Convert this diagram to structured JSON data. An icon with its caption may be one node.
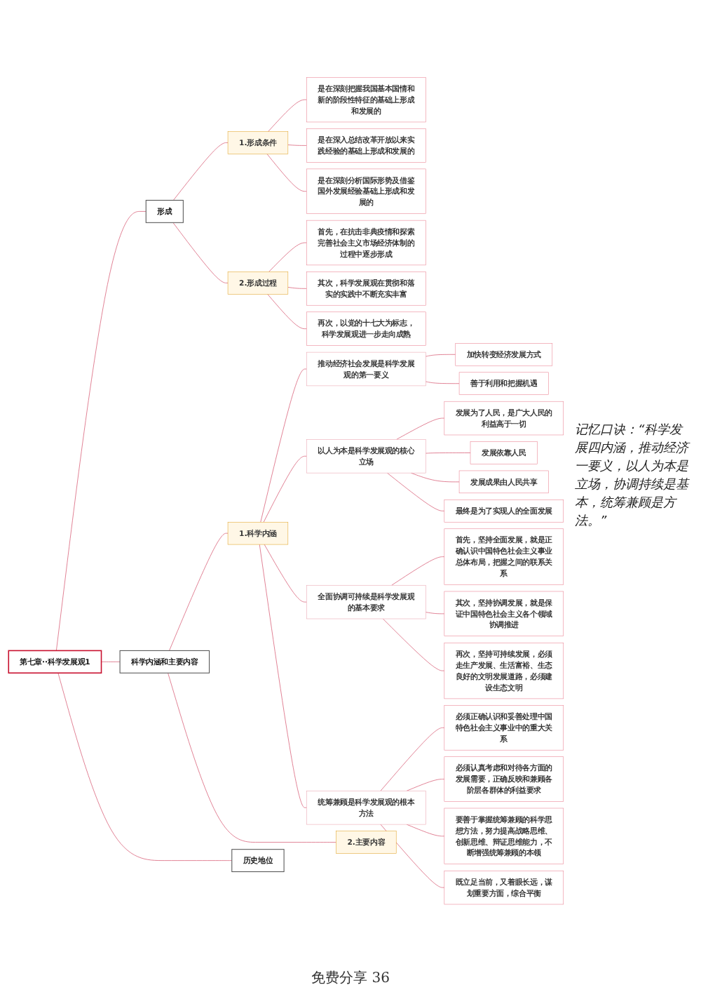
{
  "diagram": {
    "nodes": [
      {
        "text": [
          "第七章··科学发展观1"
        ]
      },
      {
        "text": [
          "形成"
        ]
      },
      {
        "text": [
          "1.形成条件"
        ]
      },
      {
        "text": [
          "是在深刻把握我国基本国情和新的阶段性特征的基础上形成和发展的"
        ]
      },
      {
        "text": [
          "是在深入总结改革开放以来实践经验的基础上形成和发展的"
        ]
      },
      {
        "text": [
          "是在深刻分析国际形势及借鉴国外发展经验基础上形成和发展的"
        ]
      },
      {
        "text": [
          "2.形成过程"
        ]
      },
      {
        "text": [
          "首先，在抗击非典疫情和探索完善社会主义市场经济体制的过程中逐步形成"
        ]
      },
      {
        "text": [
          "其次，科学发展观在贯彻和落实的实践中不断充实丰富"
        ]
      },
      {
        "text": [
          "再次，以党的十七大为标志，科学发展观进一步走向成熟"
        ]
      },
      {
        "text": [
          "科学内涵和主要内容"
        ]
      },
      {
        "text": [
          "1.科学内涵"
        ]
      },
      {
        "text": [
          "推动经济社会发展是科学发展观的第一要义"
        ]
      },
      {
        "text": [
          "加快转变经济发展方式"
        ]
      },
      {
        "text": [
          "善于利用和把握机遇"
        ]
      },
      {
        "text": [
          "以人为本是科学发展观的核心立场"
        ]
      },
      {
        "text": [
          "发展为了人民，是广大人民的利益高于一切"
        ]
      },
      {
        "text": [
          "发展依靠人民"
        ]
      },
      {
        "text": [
          "发展成果由人民共享"
        ]
      },
      {
        "text": [
          "最终是为了实现人的全面发展"
        ]
      },
      {
        "text": [
          "全面协调可持续是科学发展观的基本要求"
        ]
      },
      {
        "text": [
          "首先，坚持全面发展，就是正确认识中国特色社会主义事业总体布局，把握之间的联系关系"
        ]
      },
      {
        "text": [
          "其次，坚持协调发展，就是保证中国特色社会主义各个领域协调推进"
        ]
      },
      {
        "text": [
          "再次，坚持可持续发展，必须走生产发展、生活富裕、生态良好的文明发展道路，必须建设生态文明"
        ]
      },
      {
        "text": [
          "统筹兼顾是科学发展观的根本方法"
        ]
      },
      {
        "text": [
          "必须正确认识和妥善处理中国特色社会主义事业中的重大关系"
        ]
      },
      {
        "text": [
          "必须认真考虑和对待各方面的发展需要，正确反映和兼顾各阶层各群体的利益要求"
        ]
      },
      {
        "text": [
          "要善于掌握统筹兼顾的科学思想方法，努力提高战略思维、创新思维、辩证思维能力，不断增强统筹兼顾的本领"
        ]
      },
      {
        "text": [
          "既立足当前，又着眼长远，谋划重要方面，综合平衡"
        ]
      },
      {
        "text": [
          "2.主要内容"
        ]
      },
      {
        "text": [
          "历史地位"
        ]
      }
    ],
    "edges": [
      {
        "from": 0,
        "to": 1,
        "arrow": "none"
      },
      {
        "from": 1,
        "to": 2,
        "arrow": "none"
      },
      {
        "from": 2,
        "to": 3,
        "arrow": "none"
      },
      {
        "from": 2,
        "to": 4,
        "arrow": "none"
      },
      {
        "from": 2,
        "to": 5,
        "arrow": "none"
      },
      {
        "from": 1,
        "to": 6,
        "arrow": "none"
      },
      {
        "from": 6,
        "to": 7,
        "arrow": "none"
      },
      {
        "from": 6,
        "to": 8,
        "arrow": "none"
      },
      {
        "from": 6,
        "to": 9,
        "arrow": "none"
      },
      {
        "from": 0,
        "to": 10,
        "arrow": "none"
      },
      {
        "from": 10,
        "to": 11,
        "arrow": "none"
      },
      {
        "from": 11,
        "to": 12,
        "arrow": "none"
      },
      {
        "from": 12,
        "to": 13,
        "arrow": "none"
      },
      {
        "from": 12,
        "to": 14,
        "arrow": "none"
      },
      {
        "from": 11,
        "to": 15,
        "arrow": "none"
      },
      {
        "from": 15,
        "to": 16,
        "arrow": "none"
      },
      {
        "from": 15,
        "to": 17,
        "arrow": "none"
      },
      {
        "from": 15,
        "to": 18,
        "arrow": "none"
      },
      {
        "from": 15,
        "to": 19,
        "arrow": "none"
      },
      {
        "from": 11,
        "to": 20,
        "arrow": "none"
      },
      {
        "from": 20,
        "to": 21,
        "arrow": "none"
      },
      {
        "from": 20,
        "to": 22,
        "arrow": "none"
      },
      {
        "from": 20,
        "to": 23,
        "arrow": "none"
      },
      {
        "from": 11,
        "to": 24,
        "arrow": "none"
      },
      {
        "from": 24,
        "to": 25,
        "arrow": "none"
      },
      {
        "from": 24,
        "to": 26,
        "arrow": "none"
      },
      {
        "from": 24,
        "to": 27,
        "arrow": "none"
      },
      {
        "from": 24,
        "to": 28,
        "arrow": "none"
      },
      {
        "from": 10,
        "to": 29,
        "arrow": "none"
      },
      {
        "from": 0,
        "to": 30,
        "arrow": "none"
      }
    ],
    "labels": [
      "记忆口诀：“科学发展四内涵，推动经济一要义，以人为本是立场，协调持续是基本，统筹兼顾是方法。”",
      "免费分享 36"
    ]
  }
}
